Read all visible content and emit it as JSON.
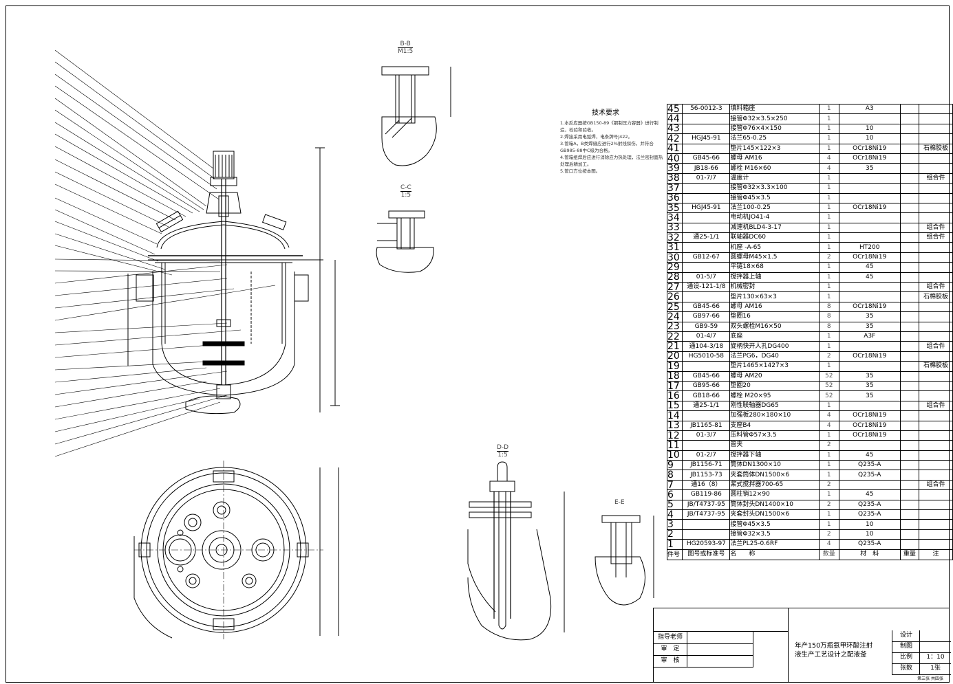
{
  "sections": {
    "bb": "B-B",
    "bb_scale": "M1:5",
    "cc": "C-C",
    "cc_scale": "1:5",
    "dd": "D-D",
    "dd_scale": "1:5",
    "ee": "E-E"
  },
  "tech": {
    "title": "技术要求",
    "items": [
      "1.本反应器按GB150-89《钢制压力容器》进行制造，检验和验收。",
      "2.焊接采用电弧焊，电条牌号J422。",
      "3.管箱A，B类焊缝应进行2%射线探伤，并符合GB985-88中C级为合格。",
      "4.管箱组焊后应进行消除应力热处理，法兰密封面热处理后精加工。",
      "5.管口方位按本图。"
    ]
  },
  "bom": {
    "rows": [
      {
        "no": "45",
        "std": "56-0012-3",
        "name": "填料箱座",
        "qty": "1",
        "mat": "A3",
        "wt": "",
        "rem": ""
      },
      {
        "no": "44",
        "std": "",
        "name": "接管Φ32×3.5×250",
        "qty": "1",
        "mat": "",
        "wt": "",
        "rem": ""
      },
      {
        "no": "43",
        "std": "",
        "name": "接管Φ76×4×150",
        "qty": "1",
        "mat": "10",
        "wt": "",
        "rem": ""
      },
      {
        "no": "42",
        "std": "HGJ45-91",
        "name": "法兰65-0.25",
        "qty": "1",
        "mat": "10",
        "wt": "",
        "rem": ""
      },
      {
        "no": "41",
        "std": "",
        "name": "垫片145×122×3",
        "qty": "1",
        "mat": "OCr18Ni19",
        "wt": "",
        "rem": "石棉胶板"
      },
      {
        "no": "40",
        "std": "GB45-66",
        "name": "螺母 AM16",
        "qty": "4",
        "mat": "OCr18Ni19",
        "wt": "",
        "rem": ""
      },
      {
        "no": "39",
        "std": "JB18-66",
        "name": "螺栓 M16×60",
        "qty": "4",
        "mat": "35",
        "wt": "",
        "rem": ""
      },
      {
        "no": "38",
        "std": "01-7/7",
        "name": "温度计",
        "qty": "1",
        "mat": "",
        "wt": "",
        "rem": "组合件"
      },
      {
        "no": "37",
        "std": "",
        "name": "接管Φ32×3.3×100",
        "qty": "1",
        "mat": "",
        "wt": "",
        "rem": ""
      },
      {
        "no": "36",
        "std": "",
        "name": "接管Φ45×3.5",
        "qty": "1",
        "mat": "",
        "wt": "",
        "rem": ""
      },
      {
        "no": "35",
        "std": "HGJ45-91",
        "name": "法兰100-0.25",
        "qty": "1",
        "mat": "OCr18Ni19",
        "wt": "",
        "rem": ""
      },
      {
        "no": "34",
        "std": "",
        "name": "电动机JO41-4",
        "qty": "1",
        "mat": "",
        "wt": "",
        "rem": ""
      },
      {
        "no": "33",
        "std": "",
        "name": "减速机BLD4-3-17",
        "qty": "1",
        "mat": "",
        "wt": "",
        "rem": "组合件"
      },
      {
        "no": "32",
        "std": "通25-1/1",
        "name": "联轴器DC60",
        "qty": "1",
        "mat": "",
        "wt": "",
        "rem": "组合件"
      },
      {
        "no": "31",
        "std": "",
        "name": "机座 -A-65",
        "qty": "1",
        "mat": "HT200",
        "wt": "",
        "rem": ""
      },
      {
        "no": "30",
        "std": "GB12-67",
        "name": "圆螺母M45×1.5",
        "qty": "2",
        "mat": "OCr18Ni19",
        "wt": "",
        "rem": ""
      },
      {
        "no": "29",
        "std": "",
        "name": "平链18×68",
        "qty": "1",
        "mat": "45",
        "wt": "",
        "rem": ""
      },
      {
        "no": "28",
        "std": "01-5/7",
        "name": "搅拌器上轴",
        "qty": "1",
        "mat": "45",
        "wt": "",
        "rem": ""
      },
      {
        "no": "27",
        "std": "通设-121-1/8",
        "name": "机械密封",
        "qty": "1",
        "mat": "",
        "wt": "",
        "rem": "组合件"
      },
      {
        "no": "26",
        "std": "",
        "name": "垫片130×63×3",
        "qty": "1",
        "mat": "",
        "wt": "",
        "rem": "石棉胶板"
      },
      {
        "no": "25",
        "std": "GB45-66",
        "name": "螺母 AM16",
        "qty": "8",
        "mat": "OCr18Ni19",
        "wt": "",
        "rem": ""
      },
      {
        "no": "24",
        "std": "GB97-66",
        "name": "垫圈16",
        "qty": "8",
        "mat": "35",
        "wt": "",
        "rem": ""
      },
      {
        "no": "23",
        "std": "GB9-59",
        "name": "双头螺栓M16×50",
        "qty": "8",
        "mat": "35",
        "wt": "",
        "rem": ""
      },
      {
        "no": "22",
        "std": "01-4/7",
        "name": "底座",
        "qty": "1",
        "mat": "A3F",
        "wt": "",
        "rem": ""
      },
      {
        "no": "21",
        "std": "通104-3/18",
        "name": "旋柄快开人孔DG400",
        "qty": "1",
        "mat": "",
        "wt": "",
        "rem": "组合件"
      },
      {
        "no": "20",
        "std": "HG5010-58",
        "name": "法兰PG6，DG40",
        "qty": "2",
        "mat": "OCr18Ni19",
        "wt": "",
        "rem": ""
      },
      {
        "no": "19",
        "std": "",
        "name": "垫片1465×1427×3",
        "qty": "1",
        "mat": "",
        "wt": "",
        "rem": "石棉胶板"
      },
      {
        "no": "18",
        "std": "GB45-66",
        "name": "螺母 AM20",
        "qty": "52",
        "mat": "35",
        "wt": "",
        "rem": ""
      },
      {
        "no": "17",
        "std": "GB95-66",
        "name": "垫圈20",
        "qty": "52",
        "mat": "35",
        "wt": "",
        "rem": ""
      },
      {
        "no": "16",
        "std": "GB18-66",
        "name": "螺栓 M20×95",
        "qty": "52",
        "mat": "35",
        "wt": "",
        "rem": ""
      },
      {
        "no": "15",
        "std": "通25-1/1",
        "name": "刚性联轴器DG65",
        "qty": "1",
        "mat": "",
        "wt": "",
        "rem": "组合件"
      },
      {
        "no": "14",
        "std": "",
        "name": "加强板280×180×10",
        "qty": "4",
        "mat": "OCr18Ni19",
        "wt": "",
        "rem": ""
      },
      {
        "no": "13",
        "std": "JB1165-81",
        "name": "支座B4",
        "qty": "4",
        "mat": "OCr18Ni19",
        "wt": "",
        "rem": ""
      },
      {
        "no": "12",
        "std": "01-3/7",
        "name": "压料管Φ57×3.5",
        "qty": "1",
        "mat": "OCr18Ni19",
        "wt": "",
        "rem": ""
      },
      {
        "no": "11",
        "std": "",
        "name": "管夹",
        "qty": "2",
        "mat": "",
        "wt": "",
        "rem": ""
      },
      {
        "no": "10",
        "std": "01-2/7",
        "name": "搅拌器下轴",
        "qty": "1",
        "mat": "45",
        "wt": "",
        "rem": ""
      },
      {
        "no": "9",
        "std": "JB1156-71",
        "name": "筒体DN1300×10",
        "qty": "1",
        "mat": "Q235-A",
        "wt": "",
        "rem": ""
      },
      {
        "no": "8",
        "std": "JB1153-73",
        "name": "夹套筒体DN1500×6",
        "qty": "1",
        "mat": "Q235-A",
        "wt": "",
        "rem": ""
      },
      {
        "no": "7",
        "std": "通16（8）",
        "name": "桨式搅拌器700-65",
        "qty": "2",
        "mat": "",
        "wt": "",
        "rem": "组合件"
      },
      {
        "no": "6",
        "std": "GB119-86",
        "name": "圆柱销12×90",
        "qty": "1",
        "mat": "45",
        "wt": "",
        "rem": ""
      },
      {
        "no": "5",
        "std": "JB/T4737-95",
        "name": "筒体封头DN1400×10",
        "qty": "2",
        "mat": "Q235-A",
        "wt": "",
        "rem": ""
      },
      {
        "no": "4",
        "std": "JB/T4737-95",
        "name": "夹套封头DN1500×6",
        "qty": "1",
        "mat": "Q235-A",
        "wt": "",
        "rem": ""
      },
      {
        "no": "3",
        "std": "",
        "name": "接管Φ45×3.5",
        "qty": "1",
        "mat": "10",
        "wt": "",
        "rem": ""
      },
      {
        "no": "2",
        "std": "",
        "name": "接管Φ32×3.5",
        "qty": "2",
        "mat": "10",
        "wt": "",
        "rem": ""
      },
      {
        "no": "1",
        "std": "HG20593-97",
        "name": "法兰PL25-0.6RF",
        "qty": "4",
        "mat": "Q235-A",
        "wt": "",
        "rem": ""
      }
    ],
    "header": {
      "no": "件号",
      "std": "图号或标准号",
      "name": "名　　称",
      "qty": "数量",
      "mat": "材　料",
      "wt": "重量",
      "rem": "注"
    }
  },
  "titleblock": {
    "advisor": "指导老师",
    "review": "审　定",
    "check": "审　核",
    "title": "年产150万瓶氨甲环酸注射液生产工艺设计之配液釜",
    "design": "设计",
    "drawing": "制图",
    "scale_label": "比例",
    "scale_value": "1：10",
    "sheets_label": "张数",
    "sheets_value": "1张",
    "footer": "第三张  共四张"
  }
}
